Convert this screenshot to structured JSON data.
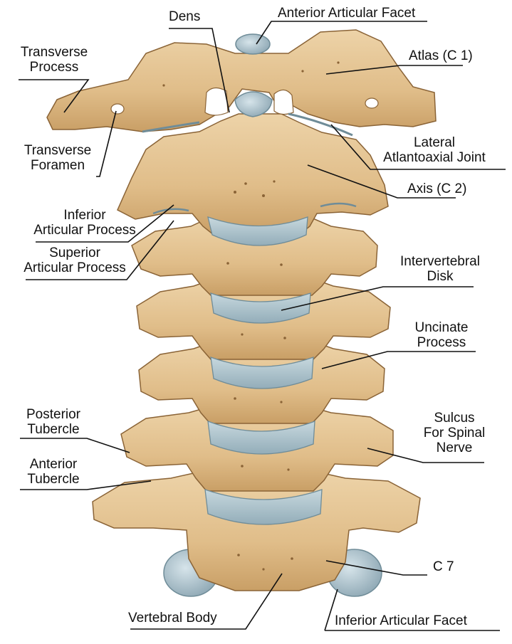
{
  "colors": {
    "bone": "#e2c08f",
    "bone_shade": "#c49a62",
    "bone_dark": "#8a6336",
    "disk": "#a9c1cb",
    "disk_line": "#6f8c98",
    "facet": "#9fb6c2",
    "line": "#111111"
  },
  "labels": {
    "dens": "Dens",
    "anterior_articular_facet": "Anterior Articular Facet",
    "atlas": "Atlas (C 1)",
    "transverse_process": [
      "Transverse",
      "Process"
    ],
    "transverse_foramen": [
      "Transverse",
      "Foramen"
    ],
    "lateral_atlantoaxial_joint": [
      "Lateral",
      "Atlantoaxial Joint"
    ],
    "axis": "Axis (C 2)",
    "inferior_articular_process": [
      "Inferior",
      "Articular Process"
    ],
    "superior_articular_process": [
      "Superior",
      "Articular Process"
    ],
    "intervertebral_disk": [
      "Intervertebral",
      "Disk"
    ],
    "uncinate_process": [
      "Uncinate",
      "Process"
    ],
    "posterior_tubercle": [
      "Posterior",
      "Tubercle"
    ],
    "sulcus_for_spinal_nerve": [
      "Sulcus",
      "For Spinal",
      "Nerve"
    ],
    "anterior_tubercle": [
      "Anterior",
      "Tubercle"
    ],
    "c7": "C 7",
    "vertebral_body": "Vertebral Body",
    "inferior_articular_facet": "Inferior Articular Facet"
  }
}
